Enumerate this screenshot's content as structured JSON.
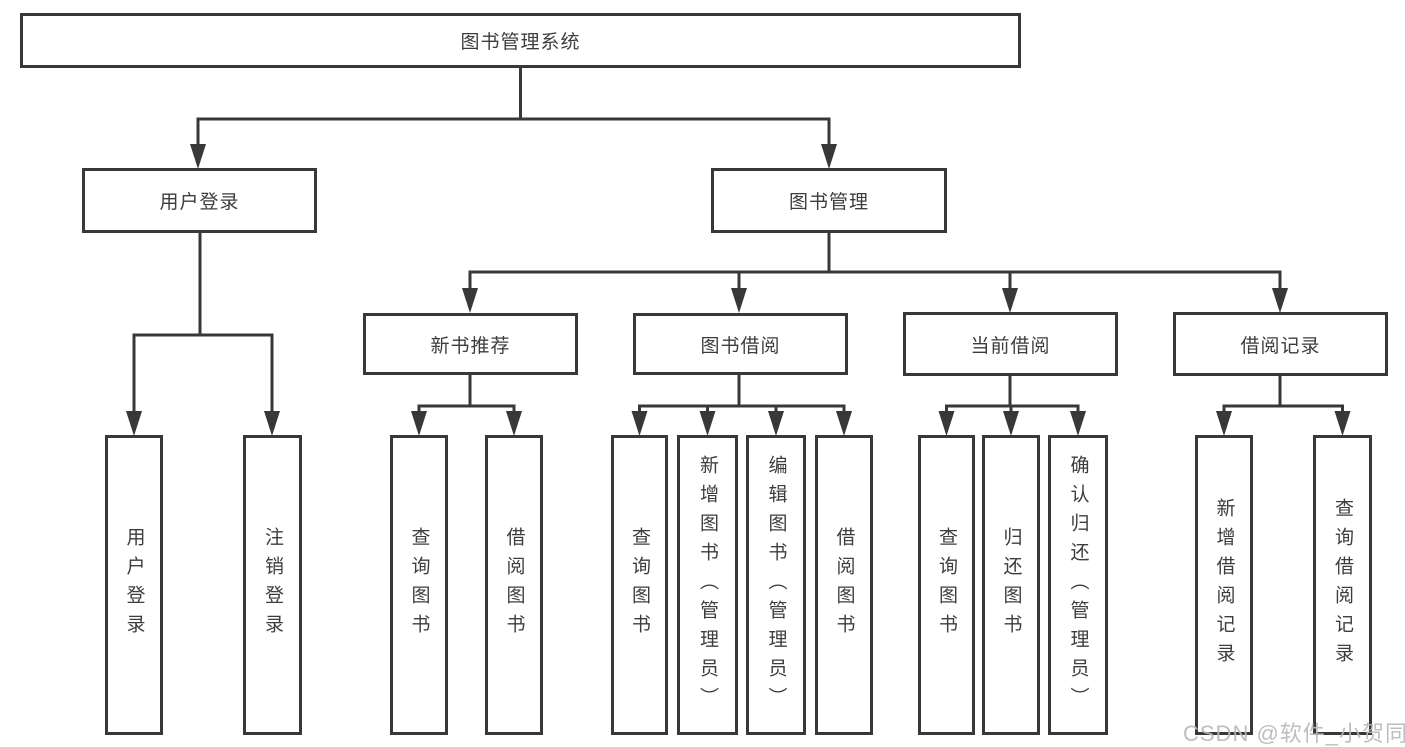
{
  "nodes": {
    "root": "图书管理系统",
    "user_login": "用户登录",
    "book_management": "图书管理",
    "new_book_recommend": "新书推荐",
    "book_borrow": "图书借阅",
    "current_borrow": "当前借阅",
    "borrow_record": "借阅记录",
    "leaf_user_login": "用户登录",
    "leaf_logout": "注销登录",
    "leaf_nbr_query_book": "查询图书",
    "leaf_nbr_borrow_book": "借阅图书",
    "leaf_bb_query_book": "查询图书",
    "leaf_bb_add_book": "新增图书（管理员）",
    "leaf_bb_edit_book": "编辑图书（管理员）",
    "leaf_bb_borrow_book": "借阅图书",
    "leaf_cb_query_book": "查询图书",
    "leaf_cb_return_book": "归还图书",
    "leaf_cb_confirm_return": "确认归还（管理员）",
    "leaf_br_add_record": "新增借阅记录",
    "leaf_br_query_record": "查询借阅记录"
  },
  "watermark": "CSDN @软件_小贺同学",
  "colors": {
    "line": "#383838",
    "text": "#3d3d3d",
    "watermark": "#b9b9b9",
    "background": "#ffffff"
  }
}
